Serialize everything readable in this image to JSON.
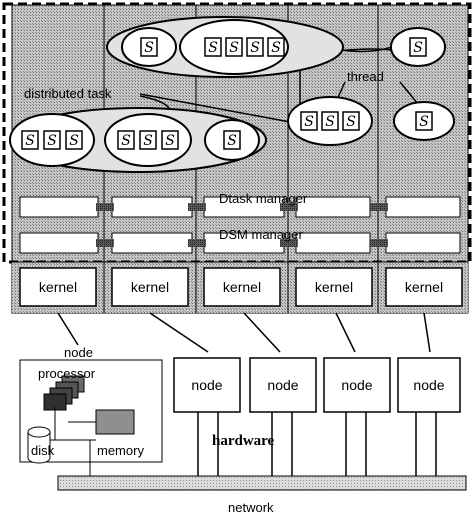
{
  "labels": {
    "distributed_task": "distributed task",
    "thread": "thread",
    "dtask_manager": "Dtask manager",
    "dsm_manager": "DSM manager",
    "node_caption": "node",
    "processor": "processor",
    "disk": "disk",
    "memory": "memory",
    "hardware": "hardware",
    "network": "network"
  },
  "kernels": [
    "kernel",
    "kernel",
    "kernel",
    "kernel",
    "kernel"
  ],
  "nodes": [
    "node",
    "node",
    "node",
    "node"
  ],
  "thread_glyph": "S",
  "colors": {
    "stipple": "#bdbdbd",
    "line": "#000000",
    "box": "#ffffff",
    "thread_fill": "#ffffff",
    "processor_fill": "#3a3a3a",
    "memory_fill": "#8a8a8a"
  }
}
